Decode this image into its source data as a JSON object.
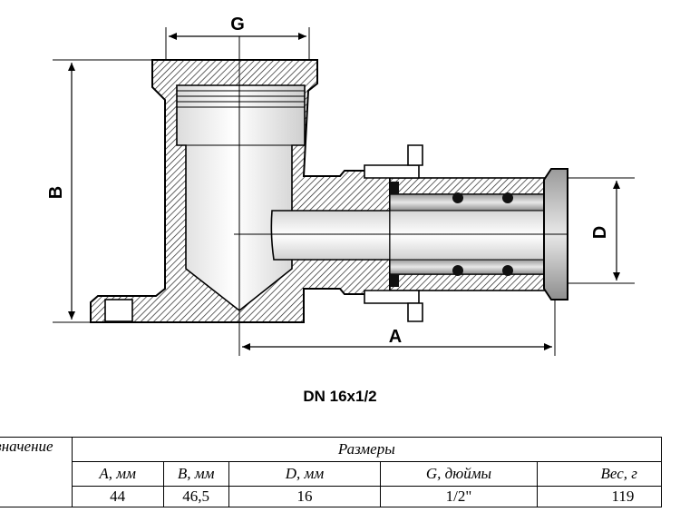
{
  "drawing": {
    "dim_labels": {
      "g": "G",
      "b": "B",
      "d": "D",
      "a": "A"
    }
  },
  "caption": "DN 16x1/2",
  "table": {
    "designation_header": "значение",
    "sizes_header": "Размеры",
    "columns": [
      "A, мм",
      "B, мм",
      "D, мм",
      "G, дюймы",
      "Вес, г"
    ],
    "row": [
      "44",
      "46,5",
      "16",
      "1/2\"",
      "119"
    ]
  }
}
